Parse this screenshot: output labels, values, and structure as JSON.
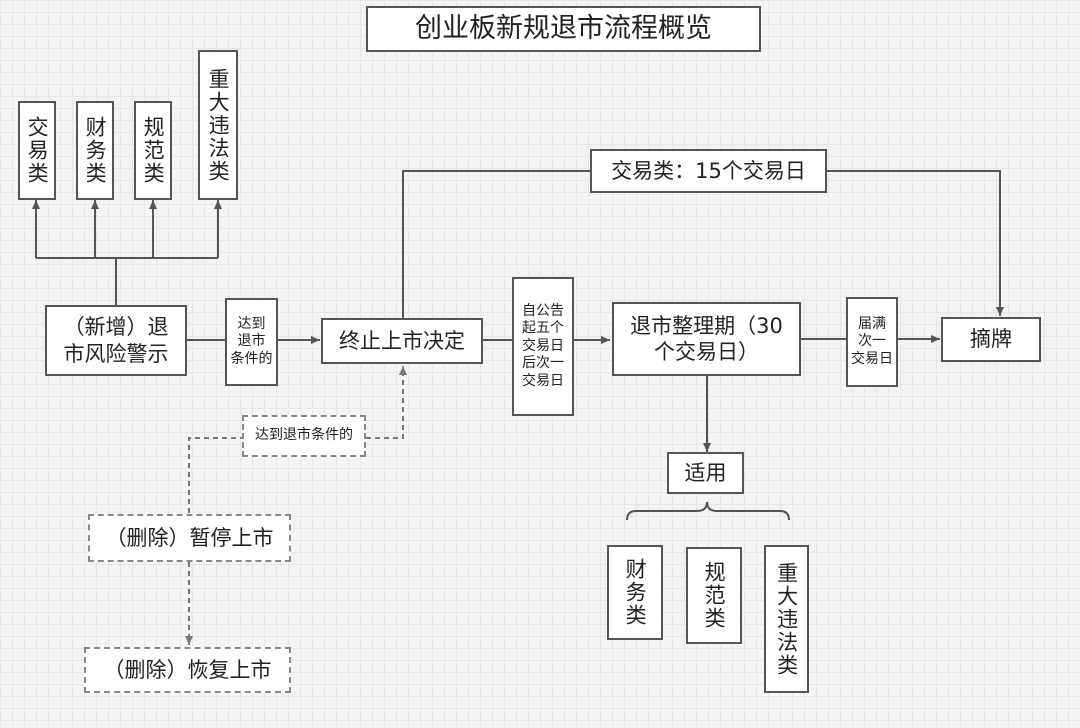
{
  "title": "创业板新规退市流程概览",
  "categories_top": [
    "交易类",
    "财务类",
    "规范类",
    "重大违法类"
  ],
  "start": "（新增）退\n市风险警示",
  "cond_label": "达到\n退市\n条件的",
  "decision": "终止上市决定",
  "after_announce": "自公告\n起五个\n交易日\n后次一\n交易日",
  "trading_period": "交易类：15个交易日",
  "arrangement": "退市整理期（30\n个交易日）",
  "expire": "届满\n次一\n交易日",
  "delist": "摘牌",
  "applicable": "适用",
  "categories_bottom": [
    "财务类",
    "规范类",
    "重大违法类"
  ],
  "removed_cond": "达到退市条件的",
  "removed_suspend": "（删除）暂停上市",
  "removed_resume": "（删除）恢复上市",
  "colors": {
    "line": "#555555",
    "dashed": "#888888",
    "box_bg": "#ffffff",
    "background": "#f4f4f4"
  }
}
